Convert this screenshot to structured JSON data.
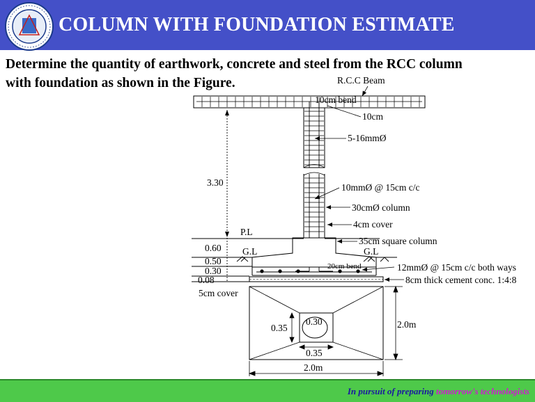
{
  "header": {
    "title": "COLUMN WITH FOUNDATION  ESTIMATE",
    "brand_color": "#4450c8",
    "logo_icon": "college-of-science-and-technology-seal-icon"
  },
  "question": {
    "line1": "Determine the quantity of earthwork, concrete and steel from the RCC column",
    "line2": "with foundation as shown in the Figure."
  },
  "diagram": {
    "labels": {
      "beam": "R.C.C Beam",
      "bend_top": "10cm bend",
      "ten_cm": "10cm",
      "main_bars": "5-16mmØ",
      "height": "3.30",
      "ties": "10mmØ @ 15cm c/c",
      "column_dia": "30cmØ column",
      "cover": "4cm cover",
      "square_column": "35cm square column",
      "pl": "P.L",
      "gl_left": "G.L",
      "gl_right": "G.L",
      "d060": "0.60",
      "d050": "0.50",
      "d030": "0.30",
      "d008": "0.08",
      "bend_bottom": "20cm bend",
      "mesh": "12mmØ @ 15cm c/c both ways",
      "pcc": "8cm thick cement conc. 1:4:8",
      "cover5": "5cm cover",
      "plan_inner_h": "0.35",
      "plan_circle": "0.30",
      "plan_inner_w": "0.35",
      "plan_width": "2.0m",
      "plan_height": "2.0m"
    }
  },
  "footer": {
    "tagline_part1": "In pursuit of preparing",
    "tagline_part2": "tomorrow's technologists",
    "color": "#4ec94a"
  }
}
